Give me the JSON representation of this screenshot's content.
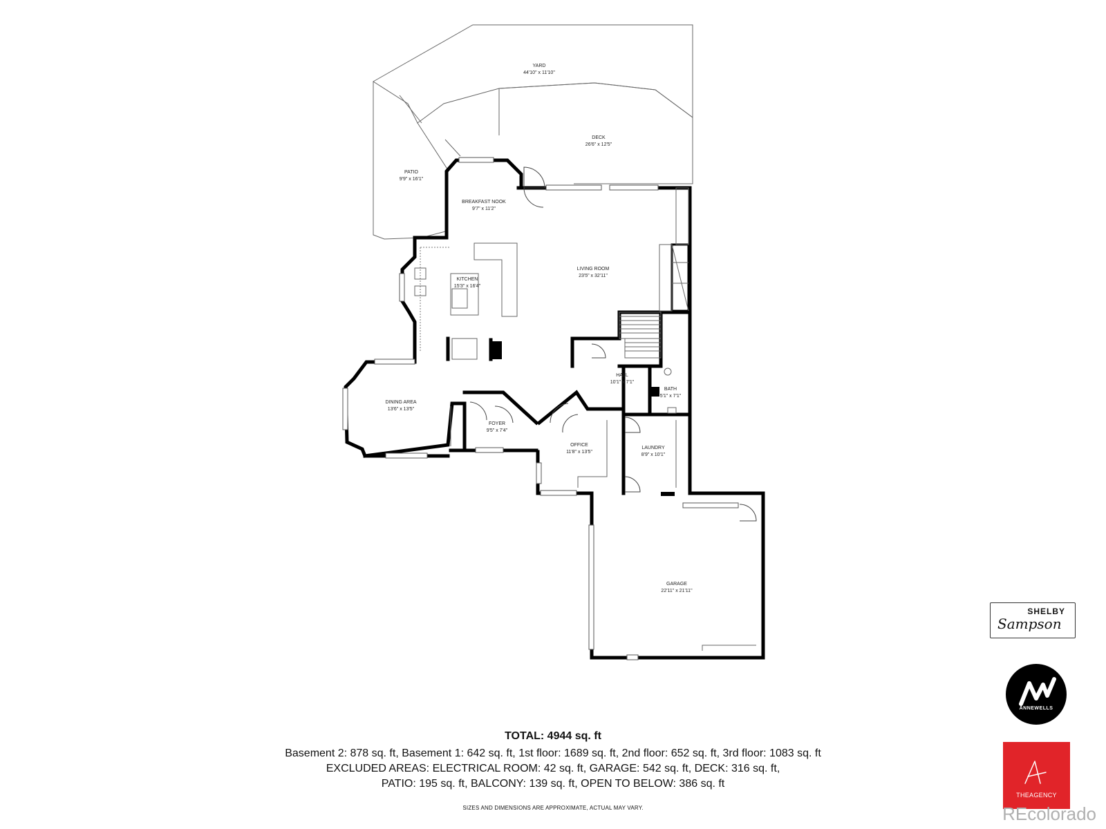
{
  "rooms": {
    "yard": {
      "name": "YARD",
      "dims": "44'10\" x 11'10\""
    },
    "deck": {
      "name": "DECK",
      "dims": "26'6\" x 12'5\""
    },
    "patio": {
      "name": "PATIO",
      "dims": "9'9\" x 16'1\""
    },
    "breakfast_nook": {
      "name": "BREAKFAST NOOK",
      "dims": "9'7\" x 11'2\""
    },
    "living_room": {
      "name": "LIVING ROOM",
      "dims": "23'5\" x 32'11\""
    },
    "kitchen": {
      "name": "KITCHEN",
      "dims": "15'3\" x 16'4\""
    },
    "hall": {
      "name": "HALL",
      "dims": "10'1\" x 7'1\""
    },
    "bath": {
      "name": "BATH",
      "dims": "5'1\" x 7'1\""
    },
    "dining_area": {
      "name": "DINING AREA",
      "dims": "13'6\" x 13'5\""
    },
    "foyer": {
      "name": "FOYER",
      "dims": "9'5\" x 7'4\""
    },
    "office": {
      "name": "OFFICE",
      "dims": "11'8\" x 13'5\""
    },
    "laundry": {
      "name": "LAUNDRY",
      "dims": "8'9\" x 10'1\""
    },
    "garage": {
      "name": "GARAGE",
      "dims": "22'11\" x 21'11\""
    }
  },
  "summary": {
    "total": "TOTAL: 4944 sq. ft",
    "line1": "Basement 2: 878 sq. ft, Basement 1: 642 sq. ft, 1st floor: 1689 sq. ft, 2nd floor: 652 sq. ft, 3rd floor: 1083 sq. ft",
    "line2": "EXCLUDED AREAS: ELECTRICAL ROOM: 42 sq. ft, GARAGE: 542 sq. ft, DECK: 316 sq. ft,",
    "line3": "PATIO: 195 sq. ft, BALCONY: 139 sq. ft, OPEN TO BELOW: 386 sq. ft",
    "disclaimer": "SIZES AND DIMENSIONS ARE APPROXIMATE, ACTUAL MAY VARY."
  },
  "branding": {
    "shelby_first": "SHELBY",
    "shelby_last": "Sampson",
    "annewells": "ANNEWELLS",
    "agency": "THEAGENCY",
    "watermark": "REcolorado"
  },
  "colors": {
    "agency_red": "#e12429",
    "annewells_black": "#000000",
    "watermark_gray": "#b0b0b0"
  }
}
